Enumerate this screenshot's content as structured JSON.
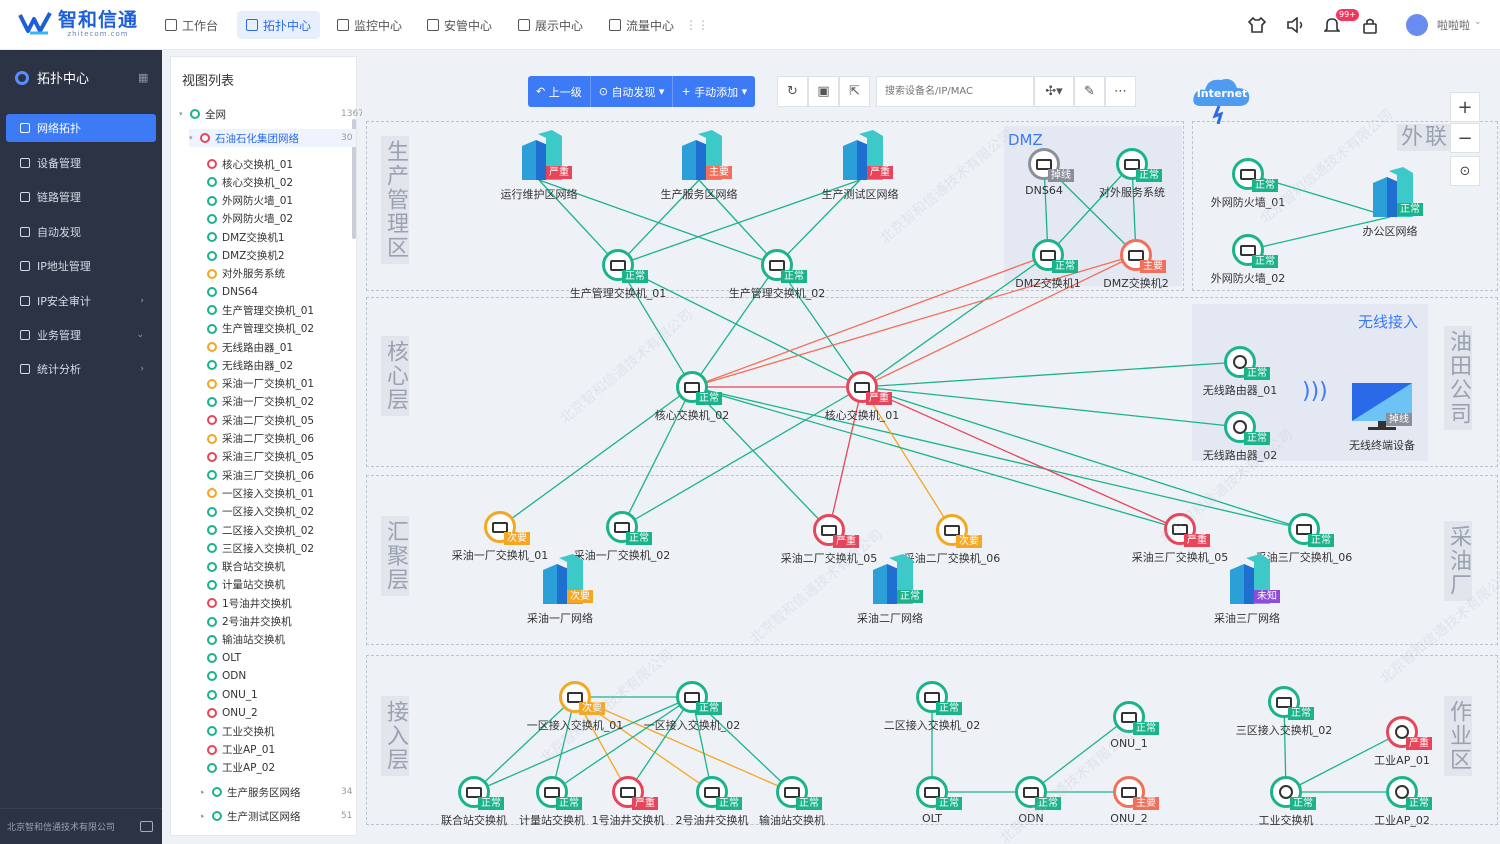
{
  "header": {
    "brand_cn": "智和信通",
    "brand_en": "zhitecom.com",
    "nav": [
      "工作台",
      "拓扑中心",
      "监控中心",
      "安管中心",
      "展示中心",
      "流量中心"
    ],
    "notif_count": "99+",
    "username": "啦啦啦",
    "icons": [
      "shirt-icon",
      "speaker-icon",
      "bell-icon",
      "lock-icon"
    ]
  },
  "sidebar": {
    "title": "拓扑中心",
    "items": [
      "网络拓扑",
      "设备管理",
      "链路管理",
      "自动发现",
      "IP地址管理",
      "IP安全审计",
      "业务管理",
      "统计分析"
    ],
    "footer": "北京智和信通技术有限公司"
  },
  "tree": {
    "title": "视图列表",
    "root": {
      "label": "全网",
      "count": "1367"
    },
    "group": {
      "label": "石油石化集团网络",
      "count": "30"
    },
    "items": [
      "核心交换机_01",
      "核心交换机_02",
      "外网防火墙_01",
      "外网防火墙_02",
      "DMZ交换机1",
      "DMZ交换机2",
      "对外服务系统",
      "DNS64",
      "生产管理交换机_01",
      "生产管理交换机_02",
      "无线路由器_01",
      "无线路由器_02",
      "采油一厂交换机_01",
      "采油一厂交换机_02",
      "采油二厂交换机_05",
      "采油二厂交换机_06",
      "采油三厂交换机_05",
      "采油三厂交换机_06",
      "一区接入交换机_01",
      "一区接入交换机_02",
      "二区接入交换机_02",
      "三区接入交换机_02",
      "联合站交换机",
      "计量站交换机",
      "1号油井交换机",
      "2号油井交换机",
      "输油站交换机",
      "OLT",
      "ODN",
      "ONU_1",
      "ONU_2",
      "工业交换机",
      "工业AP_01",
      "工业AP_02"
    ],
    "item_colors": [
      "#e8455a",
      "#1bb38a",
      "#1bb38a",
      "#1bb38a",
      "#1bb38a",
      "#1bb38a",
      "#f5a623",
      "#1bb38a",
      "#1bb38a",
      "#1bb38a",
      "#f5a623",
      "#1bb38a",
      "#f5a623",
      "#1bb38a",
      "#e8455a",
      "#f5a623",
      "#e8455a",
      "#1bb38a",
      "#f5a623",
      "#1bb38a",
      "#1bb38a",
      "#1bb38a",
      "#1bb38a",
      "#1bb38a",
      "#e8455a",
      "#1bb38a",
      "#1bb38a",
      "#1bb38a",
      "#1bb38a",
      "#1bb38a",
      "#e8455a",
      "#1bb38a",
      "#e8455a",
      "#1bb38a"
    ],
    "sub_groups": [
      {
        "label": "生产服务区网络",
        "count": "34"
      },
      {
        "label": "生产测试区网络",
        "count": "51"
      }
    ]
  },
  "toolbar": {
    "up": "上一级",
    "auto": "自动发现",
    "manual": "手动添加",
    "search_placeholder": "搜索设备名/IP/MAC"
  },
  "zones": {
    "prod": "生产管理区",
    "core": "核心层",
    "agg": "汇聚层",
    "access": "接入层",
    "ext": "外联区",
    "oilfield": "油田公司",
    "plant": "采油厂",
    "work": "作业区",
    "dmz": "DMZ",
    "wireless": "无线接入",
    "internet": "Internet"
  },
  "colors": {
    "normal": "#1bb38a",
    "critical": "#e8455a",
    "major": "#f36f5a",
    "minor": "#f5a623",
    "offline": "#8a8f99",
    "unknown": "#8e4cd9"
  },
  "status_labels": {
    "normal": "正常",
    "critical": "严重",
    "major": "主要",
    "minor": "次要",
    "offline": "掉线",
    "unknown": "未知"
  },
  "nodes": [
    {
      "id": "ywq",
      "label": "运行维护区网络",
      "status": "critical",
      "kind": "bld"
    },
    {
      "id": "fwq",
      "label": "生产服务区网络",
      "status": "major",
      "kind": "bld"
    },
    {
      "id": "csq",
      "label": "生产测试区网络",
      "status": "critical",
      "kind": "bld"
    },
    {
      "id": "gl1",
      "label": "生产管理交换机_01",
      "status": "normal",
      "kind": "sw"
    },
    {
      "id": "gl2",
      "label": "生产管理交换机_02",
      "status": "normal",
      "kind": "sw"
    },
    {
      "id": "dns",
      "label": "DNS64",
      "status": "offline",
      "kind": "srv"
    },
    {
      "id": "dwfw",
      "label": "对外服务系统",
      "status": "normal",
      "kind": "srv"
    },
    {
      "id": "dmz1",
      "label": "DMZ交换机1",
      "status": "normal",
      "kind": "sw2"
    },
    {
      "id": "dmz2",
      "label": "DMZ交换机2",
      "status": "major",
      "kind": "sw2"
    },
    {
      "id": "fw1",
      "label": "外网防火墙_01",
      "status": "normal",
      "kind": "fw"
    },
    {
      "id": "fw2",
      "label": "外网防火墙_02",
      "status": "normal",
      "kind": "fw"
    },
    {
      "id": "bgq",
      "label": "办公区网络",
      "status": "normal",
      "kind": "bld"
    },
    {
      "id": "core2",
      "label": "核心交换机_02",
      "status": "normal",
      "kind": "sw"
    },
    {
      "id": "core1",
      "label": "核心交换机_01",
      "status": "critical",
      "kind": "sw"
    },
    {
      "id": "wr1",
      "label": "无线路由器_01",
      "status": "normal",
      "kind": "rt"
    },
    {
      "id": "wr2",
      "label": "无线路由器_02",
      "status": "normal",
      "kind": "rt"
    },
    {
      "id": "wzd",
      "label": "无线终端设备",
      "status": "offline",
      "kind": "term"
    },
    {
      "id": "a1",
      "label": "采油一厂交换机_01",
      "status": "minor",
      "kind": "sw3"
    },
    {
      "id": "a2",
      "label": "采油一厂交换机_02",
      "status": "normal",
      "kind": "sw3"
    },
    {
      "id": "a5",
      "label": "采油二厂交换机_05",
      "status": "critical",
      "kind": "sw3"
    },
    {
      "id": "a6",
      "label": "采油二厂交换机_06",
      "status": "minor",
      "kind": "sw3"
    },
    {
      "id": "a7",
      "label": "采油三厂交换机_05",
      "status": "critical",
      "kind": "sw3"
    },
    {
      "id": "a8",
      "label": "采油三厂交换机_06",
      "status": "normal",
      "kind": "sw3"
    },
    {
      "id": "p1",
      "label": "采油一厂网络",
      "status": "minor",
      "kind": "bld"
    },
    {
      "id": "p2",
      "label": "采油二厂网络",
      "status": "normal",
      "kind": "bld"
    },
    {
      "id": "p3",
      "label": "采油三厂网络",
      "status": "unknown",
      "kind": "bld"
    },
    {
      "id": "q1",
      "label": "一区接入交换机_01",
      "status": "minor",
      "kind": "sw3"
    },
    {
      "id": "q2",
      "label": "一区接入交换机_02",
      "status": "normal",
      "kind": "sw3"
    },
    {
      "id": "q3",
      "label": "二区接入交换机_02",
      "status": "normal",
      "kind": "sw3"
    },
    {
      "id": "q4",
      "label": "三区接入交换机_02",
      "status": "normal",
      "kind": "sw3"
    },
    {
      "id": "lhz",
      "label": "联合站交换机",
      "status": "normal",
      "kind": "sw3"
    },
    {
      "id": "jlz",
      "label": "计量站交换机",
      "status": "normal",
      "kind": "sw3"
    },
    {
      "id": "y1",
      "label": "1号油井交换机",
      "status": "critical",
      "kind": "sw3"
    },
    {
      "id": "y2",
      "label": "2号油井交换机",
      "status": "normal",
      "kind": "sw3"
    },
    {
      "id": "syz",
      "label": "输油站交换机",
      "status": "normal",
      "kind": "sw3"
    },
    {
      "id": "olt",
      "label": "OLT",
      "status": "normal",
      "kind": "olt"
    },
    {
      "id": "odn",
      "label": "ODN",
      "status": "normal",
      "kind": "olt"
    },
    {
      "id": "onu1",
      "label": "ONU_1",
      "status": "normal",
      "kind": "onu"
    },
    {
      "id": "onu2",
      "label": "ONU_2",
      "status": "major",
      "kind": "onu"
    },
    {
      "id": "gyjh",
      "label": "工业交换机",
      "status": "normal",
      "kind": "ap"
    },
    {
      "id": "ap1",
      "label": "工业AP_01",
      "status": "critical",
      "kind": "ap"
    },
    {
      "id": "ap2",
      "label": "工业AP_02",
      "status": "normal",
      "kind": "ap"
    }
  ],
  "links": [
    [
      "ywq",
      "gl1",
      "normal"
    ],
    [
      "ywq",
      "gl2",
      "normal"
    ],
    [
      "fwq",
      "gl1",
      "normal"
    ],
    [
      "fwq",
      "gl2",
      "normal"
    ],
    [
      "csq",
      "gl1",
      "normal"
    ],
    [
      "csq",
      "gl2",
      "normal"
    ],
    [
      "dns",
      "dmz1",
      "normal"
    ],
    [
      "dns",
      "dmz2",
      "normal"
    ],
    [
      "dwfw",
      "dmz1",
      "normal"
    ],
    [
      "dwfw",
      "dmz2",
      "normal"
    ],
    [
      "fw1",
      "bgq",
      "normal"
    ],
    [
      "fw2",
      "bgq",
      "normal"
    ],
    [
      "gl1",
      "core2",
      "normal"
    ],
    [
      "gl1",
      "core1",
      "normal"
    ],
    [
      "gl2",
      "core2",
      "normal"
    ],
    [
      "gl2",
      "core1",
      "normal"
    ],
    [
      "dmz1",
      "core2",
      "major"
    ],
    [
      "dmz1",
      "core1",
      "normal"
    ],
    [
      "dmz2",
      "core2",
      "major"
    ],
    [
      "dmz2",
      "core1",
      "major"
    ],
    [
      "core2",
      "core1",
      "critical"
    ],
    [
      "core1",
      "wr1",
      "normal"
    ],
    [
      "core1",
      "wr2",
      "normal"
    ],
    [
      "core2",
      "a1",
      "normal"
    ],
    [
      "core2",
      "a2",
      "normal"
    ],
    [
      "core2",
      "a5",
      "normal"
    ],
    [
      "core2",
      "a8",
      "normal"
    ],
    [
      "core1",
      "a2",
      "normal"
    ],
    [
      "core1",
      "a5",
      "critical"
    ],
    [
      "core1",
      "a6",
      "minor"
    ],
    [
      "core1",
      "a7",
      "critical"
    ],
    [
      "core1",
      "a8",
      "normal"
    ],
    [
      "core2",
      "a7",
      "normal"
    ],
    [
      "q1",
      "q2",
      "normal"
    ],
    [
      "q1",
      "lhz",
      "normal"
    ],
    [
      "q1",
      "jlz",
      "normal"
    ],
    [
      "q1",
      "y1",
      "minor"
    ],
    [
      "q1",
      "y2",
      "minor"
    ],
    [
      "q1",
      "syz",
      "minor"
    ],
    [
      "q2",
      "lhz",
      "normal"
    ],
    [
      "q2",
      "jlz",
      "normal"
    ],
    [
      "q2",
      "y1",
      "normal"
    ],
    [
      "q2",
      "y2",
      "normal"
    ],
    [
      "q2",
      "syz",
      "normal"
    ],
    [
      "q3",
      "olt",
      "normal"
    ],
    [
      "olt",
      "odn",
      "normal"
    ],
    [
      "odn",
      "onu1",
      "normal"
    ],
    [
      "odn",
      "onu2",
      "normal"
    ],
    [
      "q4",
      "gyjh",
      "normal"
    ],
    [
      "gyjh",
      "ap1",
      "normal"
    ],
    [
      "gyjh",
      "ap2",
      "normal"
    ]
  ],
  "watermark": "北京智和信通技术有限公司"
}
